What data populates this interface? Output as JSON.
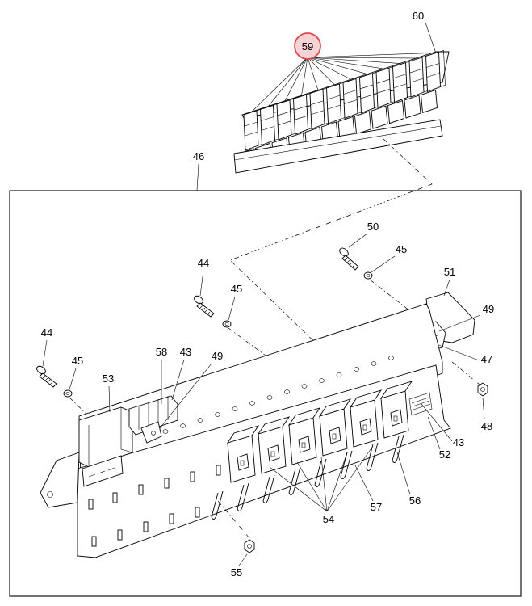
{
  "highlight_color": "#e0474c",
  "callouts": {
    "p60": "60",
    "p59": "59",
    "p46": "46",
    "p50": "50",
    "p45_top": "45",
    "p51": "51",
    "p44_mid": "44",
    "p45_mid": "45",
    "p49_right": "49",
    "p47": "47",
    "p44_left": "44",
    "p45_left": "45",
    "p58": "58",
    "p43_left": "43",
    "p49_left": "49",
    "p53": "53",
    "p48": "48",
    "p43_right": "43",
    "p52": "52",
    "p56": "56",
    "p57": "57",
    "p54": "54",
    "p55": "55"
  }
}
